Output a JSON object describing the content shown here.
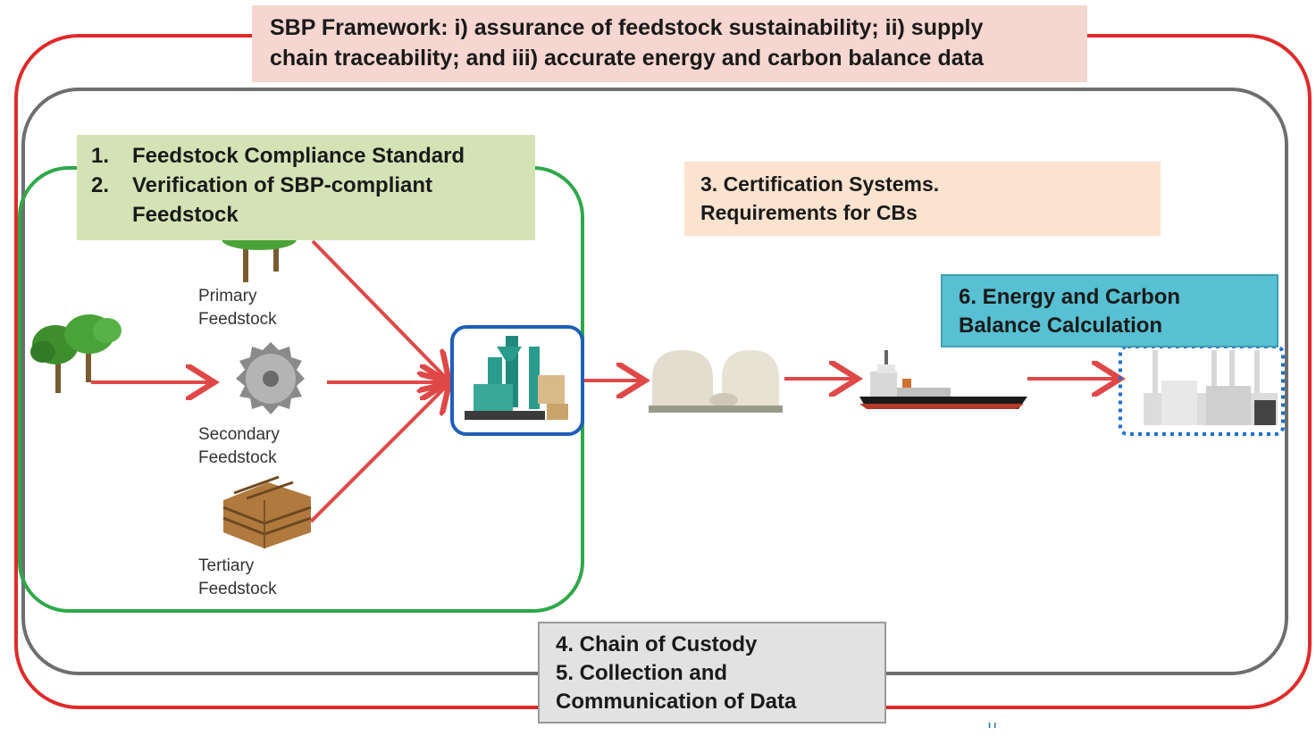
{
  "header": {
    "line1": "SBP Framework: i) assurance of feedstock sustainability; ii) supply",
    "line2": "chain traceability; and iii) accurate energy and carbon balance data"
  },
  "standards_box": {
    "items": [
      {
        "num": "1.",
        "text": "Feedstock Compliance Standard"
      },
      {
        "num": "2.",
        "text": "Verification of SBP-compliant"
      },
      {
        "num": "",
        "text": "Feedstock"
      }
    ]
  },
  "certification_box": {
    "line1": "3. Certification Systems.",
    "line2": "Requirements for CBs"
  },
  "energy_box": {
    "line1": "6. Energy and Carbon",
    "line2": "Balance Calculation"
  },
  "custody_box": {
    "line1": "4. Chain of Custody",
    "line2": "5. Collection and",
    "line3": "Communication of Data"
  },
  "feedstocks": {
    "primary": {
      "line1": "Primary",
      "line2": "Feedstock"
    },
    "secondary": {
      "line1": "Secondary",
      "line2": "Feedstock"
    },
    "tertiary": {
      "line1": "Tertiary",
      "line2": "Feedstock"
    }
  },
  "stray_mark": "ı ı",
  "icons": [
    "forest-icon",
    "tree-icon",
    "saw-blade-icon",
    "pallets-icon",
    "pellet-mill-icon",
    "storage-domes-icon",
    "cargo-ship-icon",
    "power-plant-icon"
  ],
  "colors": {
    "outer_border": "#e02a2a",
    "inner_border": "#6e6e6e",
    "feedstock_border": "#2fa84a",
    "mill_border": "#1f5fb8",
    "plant_border": "#1f6fd0",
    "arrow": "#e04848",
    "header_bg": "#f6d6d0",
    "standards_bg": "#d4e3b5",
    "certification_bg": "#fbe3cf",
    "energy_bg": "#57c0d3",
    "custody_bg": "#e2e2e2"
  }
}
